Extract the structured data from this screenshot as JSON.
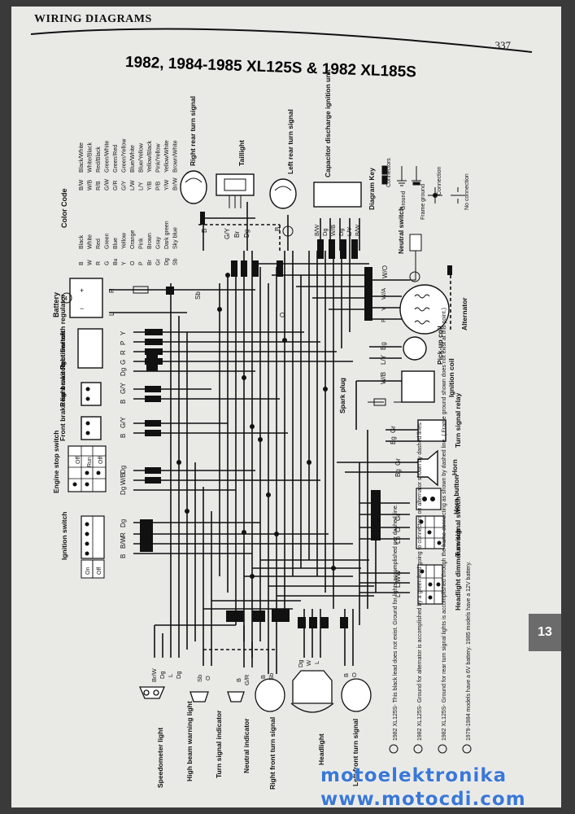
{
  "header": {
    "section": "WIRING DIAGRAMS",
    "page_number": "337",
    "chapter_tab": "13"
  },
  "title": "1982, 1984-1985 XL125S & 1982 XL185S",
  "color_code": {
    "heading": "Color Code",
    "single": [
      [
        "B",
        "Black"
      ],
      [
        "W",
        "White"
      ],
      [
        "R",
        "Red"
      ],
      [
        "G",
        "Green"
      ],
      [
        "Bu",
        "Blue"
      ],
      [
        "Y",
        "Yellow"
      ],
      [
        "O",
        "Orange"
      ],
      [
        "P",
        "Pink"
      ],
      [
        "Br",
        "Brown"
      ],
      [
        "Gr",
        "Gray"
      ],
      [
        "Dg",
        "Dark green"
      ],
      [
        "Sb",
        "Sky blue"
      ]
    ],
    "dual": [
      [
        "B/W",
        "Black/White"
      ],
      [
        "W/B",
        "White/Black"
      ],
      [
        "R/B",
        "Red/Black"
      ],
      [
        "G/W",
        "Green/White"
      ],
      [
        "G/R",
        "Green/Red"
      ],
      [
        "G/Y",
        "Green/Yellow"
      ],
      [
        "L/W",
        "Blue/White"
      ],
      [
        "L/Y",
        "Blue/Yellow"
      ],
      [
        "Y/B",
        "Yellow/Black"
      ],
      [
        "P/B",
        "Pink/Yellow"
      ],
      [
        "Y/W",
        "Yellow/White"
      ],
      [
        "Br/W",
        "Brown/White"
      ]
    ]
  },
  "diagram_key": {
    "heading": "Diagram Key",
    "items": [
      "Connectors",
      "Ground",
      "Frame ground",
      "Connection",
      "No connection"
    ]
  },
  "components": {
    "battery": "Battery",
    "rectifier": "Rectifier with regulator",
    "rear_brake_switch": "Rear brake light switch",
    "front_brake_switch": "Front brake light switch",
    "engine_stop_switch": "Engine stop switch",
    "ignition_switch": "Ignition switch",
    "right_rear_turn": "Right rear turn signal",
    "taillight": "Taillight",
    "left_rear_turn": "Left rear turn signal",
    "cdi_unit": "Capacitor discharge ignition unit",
    "neutral_switch": "Neutral switch",
    "alternator": "Alternator",
    "pickup_coil": "Pick-up coil",
    "ignition_coil": "Ignition coil",
    "spark_plug": "Spark plug",
    "turn_signal_relay": "Turn signal relay",
    "horn": "Horn",
    "horn_button": "Horn button",
    "turn_signal_switch": "Turn signal switch",
    "headlight_dimmer": "Headlight dimmer switch",
    "speedometer_light": "Speedometer light",
    "high_beam_light": "High beam warning light",
    "turn_indicator": "Turn signal indicator",
    "neutral_indicator": "Neutral indicator",
    "right_front_turn": "Right front turn signal",
    "headlight": "Headlight",
    "left_front_turn": "Left front turn signal"
  },
  "switch_labels": {
    "engine_stop": [
      "Off",
      "Run",
      "Off"
    ],
    "ignition": [
      "On",
      "Off"
    ]
  },
  "wire_labels": {
    "battery": [
      "R",
      "L"
    ],
    "rectifier": [
      "Y",
      "P",
      "R",
      "G",
      "Dg"
    ],
    "rear_brake": [
      "G/Y",
      "B"
    ],
    "front_brake": [
      "G/Y",
      "B"
    ],
    "engine_stop": [
      "Dg",
      "W/B",
      "Dg"
    ],
    "ignition": [
      "Dg",
      "R",
      "B/W",
      "B"
    ],
    "right_rear": [
      "B",
      "Sb"
    ],
    "taillight": [
      "G/Y",
      "Br",
      "Dg"
    ],
    "left_rear": [
      "B",
      "O"
    ],
    "cdi": [
      "B/W",
      "Dg",
      "W/B",
      "Dg",
      "L/Y",
      "B/W"
    ],
    "neutral": [
      "W/O"
    ],
    "alternator": [
      "W/A",
      "Y",
      "P"
    ],
    "pickup": [
      "Bg",
      "L/Y"
    ],
    "ignition_coil": [
      "W/B"
    ],
    "relay": [
      "Gr",
      "Bg"
    ],
    "horn": [
      "Gr",
      "Bg"
    ],
    "turn_switch": [
      "Gr",
      "O",
      "Lb"
    ],
    "dimmer": [
      "W",
      "L/W",
      "L"
    ],
    "speedo": [
      "Br/W",
      "Dg",
      "L",
      "Dg"
    ],
    "turn_ind": [
      "Sb",
      "O"
    ],
    "neutral_ind": [
      "B",
      "G/R"
    ],
    "rf_turn": [
      "B",
      "Sb"
    ],
    "headlight": [
      "Dg",
      "W",
      "L"
    ],
    "lf_turn": [
      "B",
      "O"
    ]
  },
  "notes": [
    "1982 XL125S- This black lead does not exist. Ground for lights accomplished per dashed line.",
    "1982 XL125S- Ground for alternator is accomplished by a green lead going to connectors on alternator shown by dashed lines.",
    "1982 XL125S- Ground for rear turn signal lights is accomplished through the frame connecting as shown by dashed line. ( Frame ground shown does not exist at this point.)",
    "1979-1984 models have a 6V battery. 1985 models have a 12V battery."
  ],
  "watermark": {
    "line1": "motoelektronika",
    "line2": "www.motocdi.com"
  },
  "colors": {
    "paper": "#e9e9e6",
    "ink": "#111111",
    "tab": "#6b6b6b",
    "watermark": "#3a78d6"
  }
}
